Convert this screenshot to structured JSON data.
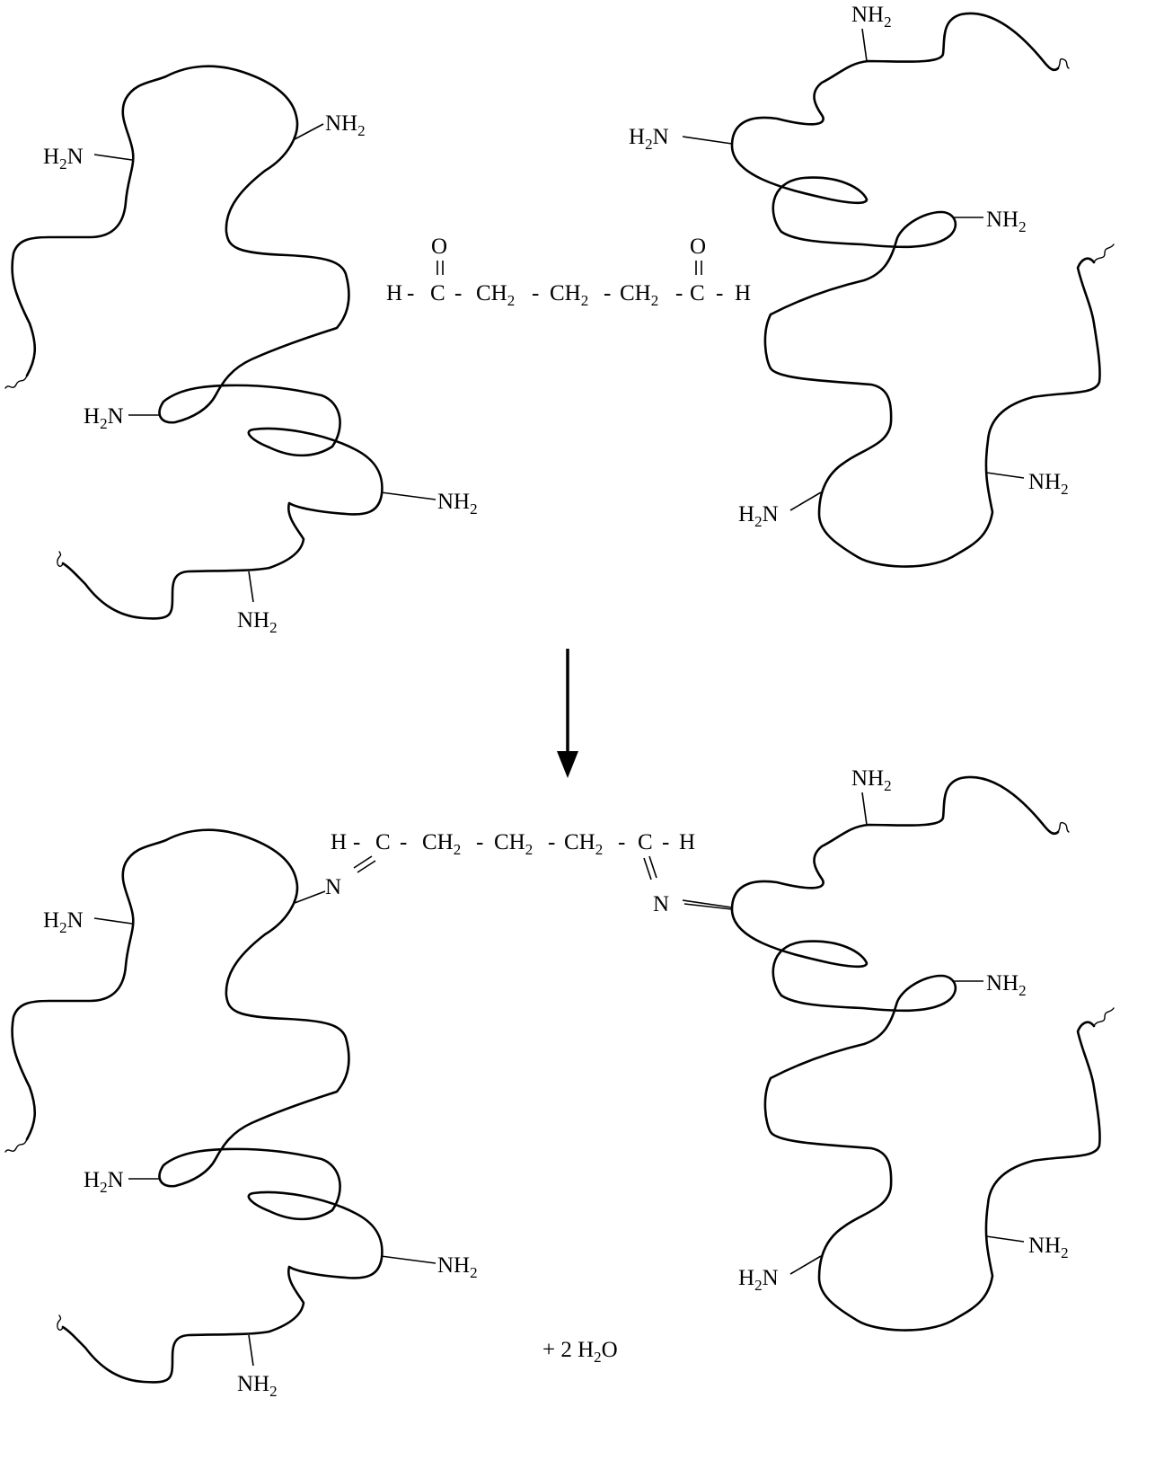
{
  "groups": {
    "amine_left": {
      "main": "H",
      "sub": "2",
      "tail": "N"
    },
    "amine_right": {
      "main": "NH",
      "sub": "2"
    },
    "imine_n": "N",
    "oxygen": "O"
  },
  "reactant": {
    "h_left": "H",
    "c1": "C",
    "ch2_a": {
      "main": "CH",
      "sub": "2"
    },
    "ch2_b": {
      "main": "CH",
      "sub": "2"
    },
    "ch2_c": {
      "main": "CH",
      "sub": "2"
    },
    "c2": "C",
    "h_right": "H",
    "dash": "-"
  },
  "product": {
    "h_left": "H",
    "c1": "C",
    "ch2_a": {
      "main": "CH",
      "sub": "2"
    },
    "ch2_b": {
      "main": "CH",
      "sub": "2"
    },
    "ch2_c": {
      "main": "CH",
      "sub": "2"
    },
    "c2": "C",
    "h_right": "H",
    "dash": "-"
  },
  "byproduct": {
    "prefix": "+ 2 H",
    "sub": "2",
    "suffix": "O"
  },
  "colors": {
    "ink": "#000000",
    "background": "#ffffff"
  },
  "icons": {
    "arrow": "arrow-down-icon",
    "chain_end": "wavy-chain-end-icon"
  }
}
